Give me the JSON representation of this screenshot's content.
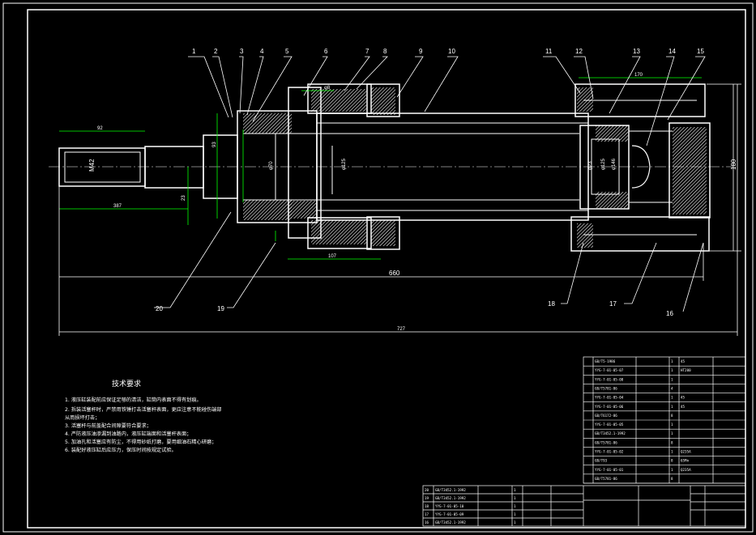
{
  "part_numbers": [
    "1",
    "2",
    "3",
    "4",
    "5",
    "6",
    "7",
    "8",
    "9",
    "10",
    "11",
    "12",
    "13",
    "14",
    "15",
    "16",
    "17",
    "18",
    "19",
    "20"
  ],
  "dimensions": {
    "rod_thread": "M42",
    "left_92": "92",
    "stroke_387": "387",
    "overall_660": "660",
    "overall_727": "727",
    "right_170": "170",
    "width_180": "180",
    "bottom_107": "107",
    "small_93": "93",
    "small_23": "23",
    "d_rod": "φ70",
    "d_bore": "φ125",
    "d_piston": "φ125",
    "d_body": "φ146",
    "d_thin": "φ23",
    "d_8": "φ8"
  },
  "tech_requirements": {
    "title": "技术要求",
    "items": [
      "1. 液压缸装配前应保证足够的清洁，缸筒内表面不得有划痕。",
      "2. 拆装活塞杆时，严禁用铁锤打击活塞杆表面，更应注意不能碰伤端部",
      "   从而损坏打击；",
      "3. 活塞杆与前盖配合间隙要符合要求；",
      "4. 严防液压油渗漏到油路内，液压缸端面和活塞杆表面；",
      "5. 加油孔和活塞应有防尘，不得用砂纸打磨，要用细油石精心研磨；",
      "6. 装配好液压缸后应压力，保压时间按规定试验。"
    ]
  },
  "parts_table": [
    [
      "GB/T5-1986",
      "",
      "1",
      "45"
    ],
    [
      "YYG-7-01-05-07",
      "",
      "1",
      "HT200"
    ],
    [
      "YYG-7-01-05-08",
      "",
      "1",
      ""
    ],
    [
      "GB/T5781-86",
      "",
      "4",
      ""
    ],
    [
      "YYG-7-01-05-04",
      "",
      "1",
      "45"
    ],
    [
      "YYG-7-01-05-06",
      "",
      "1",
      "45"
    ],
    [
      "GB/T6172-86",
      "",
      "8",
      ""
    ],
    [
      "YYG-7-01-05-05",
      "",
      "1",
      ""
    ],
    [
      "GB/T3452.1-1992",
      "",
      "1",
      ""
    ],
    [
      "GB/T5781-86",
      "",
      "8",
      ""
    ],
    [
      "YYG-7-01-05-02",
      "",
      "1",
      "Q235A"
    ],
    [
      "GB/T93",
      "",
      "8",
      "65Mn"
    ],
    [
      "YYG-7-01-05-01",
      "",
      "1",
      "Q235A"
    ],
    [
      "GB/T5781-86",
      "",
      "8",
      ""
    ]
  ],
  "bottom_table": [
    [
      "20",
      "GB/T3452.1-1992",
      "",
      "1",
      ""
    ],
    [
      "19",
      "GB/T3452.1-1992",
      "",
      "1",
      ""
    ],
    [
      "18",
      "YYG-7-01-05-10",
      "",
      "1",
      ""
    ],
    [
      "17",
      "YYG-7-01-05-09",
      "",
      "1",
      ""
    ],
    [
      "16",
      "GB/T3452.1-1992",
      "",
      "1",
      ""
    ]
  ],
  "colors": {
    "background": "#000000",
    "line": "#ffffff",
    "dimension": "#00ff00"
  }
}
